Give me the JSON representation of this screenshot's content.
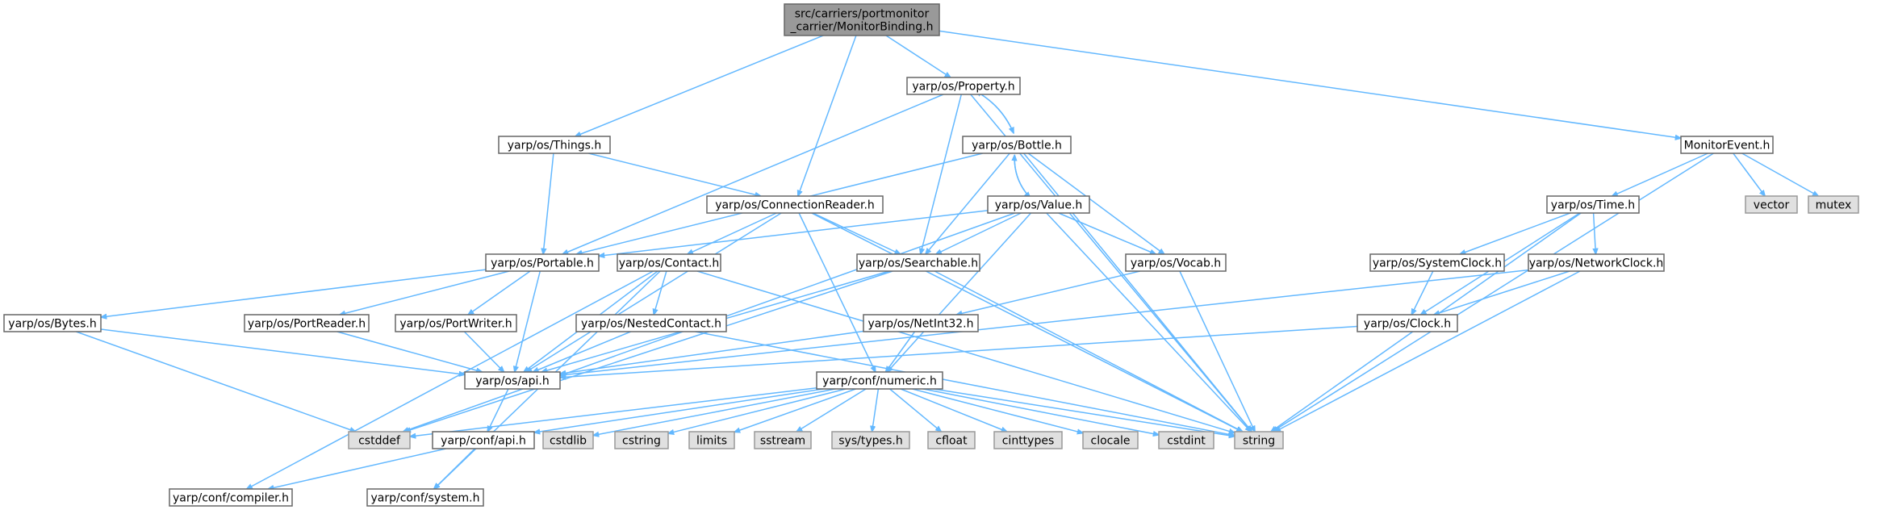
{
  "graph": {
    "nodes": [
      {
        "id": "root",
        "lines": [
          "src/carriers/portmonitor",
          "_carrier/MonitorBinding.h"
        ],
        "kind": "root"
      },
      {
        "id": "property",
        "lines": [
          "yarp/os/Property.h"
        ],
        "kind": "normal"
      },
      {
        "id": "things",
        "lines": [
          "yarp/os/Things.h"
        ],
        "kind": "normal"
      },
      {
        "id": "bottle",
        "lines": [
          "yarp/os/Bottle.h"
        ],
        "kind": "normal"
      },
      {
        "id": "monitorevent",
        "lines": [
          "MonitorEvent.h"
        ],
        "kind": "normal"
      },
      {
        "id": "connreader",
        "lines": [
          "yarp/os/ConnectionReader.h"
        ],
        "kind": "normal"
      },
      {
        "id": "value",
        "lines": [
          "yarp/os/Value.h"
        ],
        "kind": "normal"
      },
      {
        "id": "time",
        "lines": [
          "yarp/os/Time.h"
        ],
        "kind": "normal"
      },
      {
        "id": "vector",
        "lines": [
          "vector"
        ],
        "kind": "ext"
      },
      {
        "id": "mutex",
        "lines": [
          "mutex"
        ],
        "kind": "ext"
      },
      {
        "id": "portable",
        "lines": [
          "yarp/os/Portable.h"
        ],
        "kind": "normal"
      },
      {
        "id": "contact",
        "lines": [
          "yarp/os/Contact.h"
        ],
        "kind": "normal"
      },
      {
        "id": "searchable",
        "lines": [
          "yarp/os/Searchable.h"
        ],
        "kind": "normal"
      },
      {
        "id": "vocab",
        "lines": [
          "yarp/os/Vocab.h"
        ],
        "kind": "normal"
      },
      {
        "id": "systemclock",
        "lines": [
          "yarp/os/SystemClock.h"
        ],
        "kind": "normal"
      },
      {
        "id": "networkclock",
        "lines": [
          "yarp/os/NetworkClock.h"
        ],
        "kind": "normal"
      },
      {
        "id": "bytes",
        "lines": [
          "yarp/os/Bytes.h"
        ],
        "kind": "normal"
      },
      {
        "id": "portreader",
        "lines": [
          "yarp/os/PortReader.h"
        ],
        "kind": "normal"
      },
      {
        "id": "portwriter",
        "lines": [
          "yarp/os/PortWriter.h"
        ],
        "kind": "normal"
      },
      {
        "id": "nestedcontact",
        "lines": [
          "yarp/os/NestedContact.h"
        ],
        "kind": "normal"
      },
      {
        "id": "netint32",
        "lines": [
          "yarp/os/NetInt32.h"
        ],
        "kind": "normal"
      },
      {
        "id": "clock",
        "lines": [
          "yarp/os/Clock.h"
        ],
        "kind": "normal"
      },
      {
        "id": "api",
        "lines": [
          "yarp/os/api.h"
        ],
        "kind": "normal"
      },
      {
        "id": "numeric",
        "lines": [
          "yarp/conf/numeric.h"
        ],
        "kind": "normal"
      },
      {
        "id": "cstddef",
        "lines": [
          "cstddef"
        ],
        "kind": "ext"
      },
      {
        "id": "confapi",
        "lines": [
          "yarp/conf/api.h"
        ],
        "kind": "normal"
      },
      {
        "id": "cstdlib",
        "lines": [
          "cstdlib"
        ],
        "kind": "ext"
      },
      {
        "id": "cstring",
        "lines": [
          "cstring"
        ],
        "kind": "ext"
      },
      {
        "id": "limits",
        "lines": [
          "limits"
        ],
        "kind": "ext"
      },
      {
        "id": "sstream",
        "lines": [
          "sstream"
        ],
        "kind": "ext"
      },
      {
        "id": "systypes",
        "lines": [
          "sys/types.h"
        ],
        "kind": "ext"
      },
      {
        "id": "cfloat",
        "lines": [
          "cfloat"
        ],
        "kind": "ext"
      },
      {
        "id": "cinttypes",
        "lines": [
          "cinttypes"
        ],
        "kind": "ext"
      },
      {
        "id": "clocale",
        "lines": [
          "clocale"
        ],
        "kind": "ext"
      },
      {
        "id": "cstdint",
        "lines": [
          "cstdint"
        ],
        "kind": "ext"
      },
      {
        "id": "string",
        "lines": [
          "string"
        ],
        "kind": "ext"
      },
      {
        "id": "compiler",
        "lines": [
          "yarp/conf/compiler.h"
        ],
        "kind": "normal"
      },
      {
        "id": "system",
        "lines": [
          "yarp/conf/system.h"
        ],
        "kind": "normal"
      }
    ],
    "edges": [
      [
        "root",
        "property"
      ],
      [
        "root",
        "things"
      ],
      [
        "root",
        "connreader"
      ],
      [
        "root",
        "monitorevent"
      ],
      [
        "property",
        "bottle"
      ],
      [
        "property",
        "portable"
      ],
      [
        "property",
        "searchable"
      ],
      [
        "property",
        "string"
      ],
      [
        "bottle",
        "property"
      ],
      [
        "bottle",
        "value"
      ],
      [
        "bottle",
        "portable"
      ],
      [
        "bottle",
        "searchable"
      ],
      [
        "bottle",
        "vocab"
      ],
      [
        "bottle",
        "string"
      ],
      [
        "value",
        "bottle"
      ],
      [
        "value",
        "portable"
      ],
      [
        "value",
        "searchable"
      ],
      [
        "value",
        "vocab"
      ],
      [
        "value",
        "numeric"
      ],
      [
        "value",
        "cstddef"
      ],
      [
        "value",
        "string"
      ],
      [
        "things",
        "connreader"
      ],
      [
        "things",
        "portable"
      ],
      [
        "connreader",
        "contact"
      ],
      [
        "connreader",
        "searchable"
      ],
      [
        "connreader",
        "api"
      ],
      [
        "connreader",
        "numeric"
      ],
      [
        "connreader",
        "string"
      ],
      [
        "portable",
        "portreader"
      ],
      [
        "portable",
        "portwriter"
      ],
      [
        "portable",
        "bytes"
      ],
      [
        "portable",
        "api"
      ],
      [
        "contact",
        "nestedcontact"
      ],
      [
        "contact",
        "api"
      ],
      [
        "contact",
        "string"
      ],
      [
        "contact",
        "compiler"
      ],
      [
        "contact",
        "system"
      ],
      [
        "searchable",
        "api"
      ],
      [
        "searchable",
        "cstddef"
      ],
      [
        "searchable",
        "string"
      ],
      [
        "vocab",
        "netint32"
      ],
      [
        "vocab",
        "string"
      ],
      [
        "netint32",
        "api"
      ],
      [
        "netint32",
        "numeric"
      ],
      [
        "nestedcontact",
        "api"
      ],
      [
        "nestedcontact",
        "string"
      ],
      [
        "portreader",
        "api"
      ],
      [
        "portwriter",
        "api"
      ],
      [
        "bytes",
        "api"
      ],
      [
        "bytes",
        "cstddef"
      ],
      [
        "monitorevent",
        "time"
      ],
      [
        "monitorevent",
        "vector"
      ],
      [
        "monitorevent",
        "mutex"
      ],
      [
        "monitorevent",
        "string"
      ],
      [
        "time",
        "systemclock"
      ],
      [
        "time",
        "networkclock"
      ],
      [
        "time",
        "clock"
      ],
      [
        "time",
        "string"
      ],
      [
        "systemclock",
        "clock"
      ],
      [
        "networkclock",
        "clock"
      ],
      [
        "networkclock",
        "api"
      ],
      [
        "networkclock",
        "string"
      ],
      [
        "clock",
        "api"
      ],
      [
        "api",
        "confapi"
      ],
      [
        "confapi",
        "compiler"
      ],
      [
        "confapi",
        "system"
      ],
      [
        "numeric",
        "cstddef"
      ],
      [
        "numeric",
        "confapi"
      ],
      [
        "numeric",
        "cstdlib"
      ],
      [
        "numeric",
        "cstring"
      ],
      [
        "numeric",
        "limits"
      ],
      [
        "numeric",
        "sstream"
      ],
      [
        "numeric",
        "systypes"
      ],
      [
        "numeric",
        "cfloat"
      ],
      [
        "numeric",
        "cinttypes"
      ],
      [
        "numeric",
        "clocale"
      ],
      [
        "numeric",
        "cstdint"
      ],
      [
        "numeric",
        "string"
      ]
    ]
  }
}
